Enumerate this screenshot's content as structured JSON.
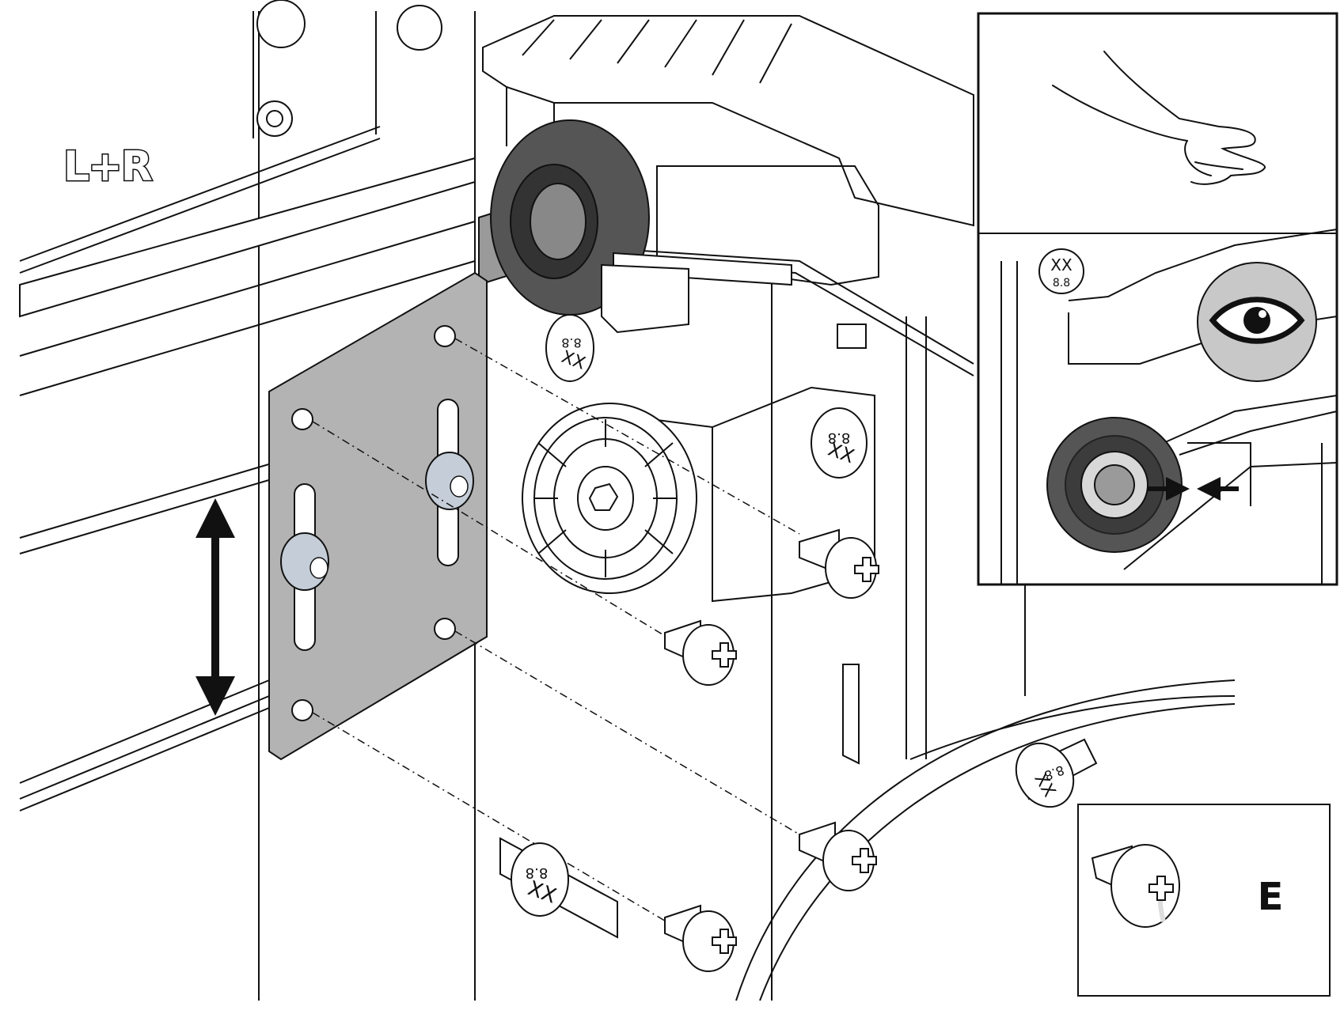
{
  "side_label": "L+R",
  "fastener_label": "E",
  "bolt_grade_marks": [
    {
      "name": "bolt-mark-top",
      "text": "XX",
      "grade": "8.8"
    },
    {
      "name": "bolt-mark-bracket",
      "text": "XX",
      "grade": "8.8"
    },
    {
      "name": "bolt-mark-lower",
      "text": "XX",
      "grade": "8.8"
    },
    {
      "name": "bolt-mark-wheel",
      "text": "XX",
      "grade": "8.8"
    },
    {
      "name": "bolt-mark-inset",
      "text": "XX",
      "grade": "8.8"
    }
  ],
  "icons": {
    "hand": "hand-icon",
    "eye": "eye-icon",
    "adjust_arrow": "vertical-double-arrow-icon",
    "gap_arrows": "gap-indicator-arrows-icon"
  },
  "colors": {
    "line": "#111111",
    "plate": "#b3b3b3",
    "roller_dark": "#555555",
    "washer": "#c5ced8",
    "shaft": "#9a9a9a"
  }
}
